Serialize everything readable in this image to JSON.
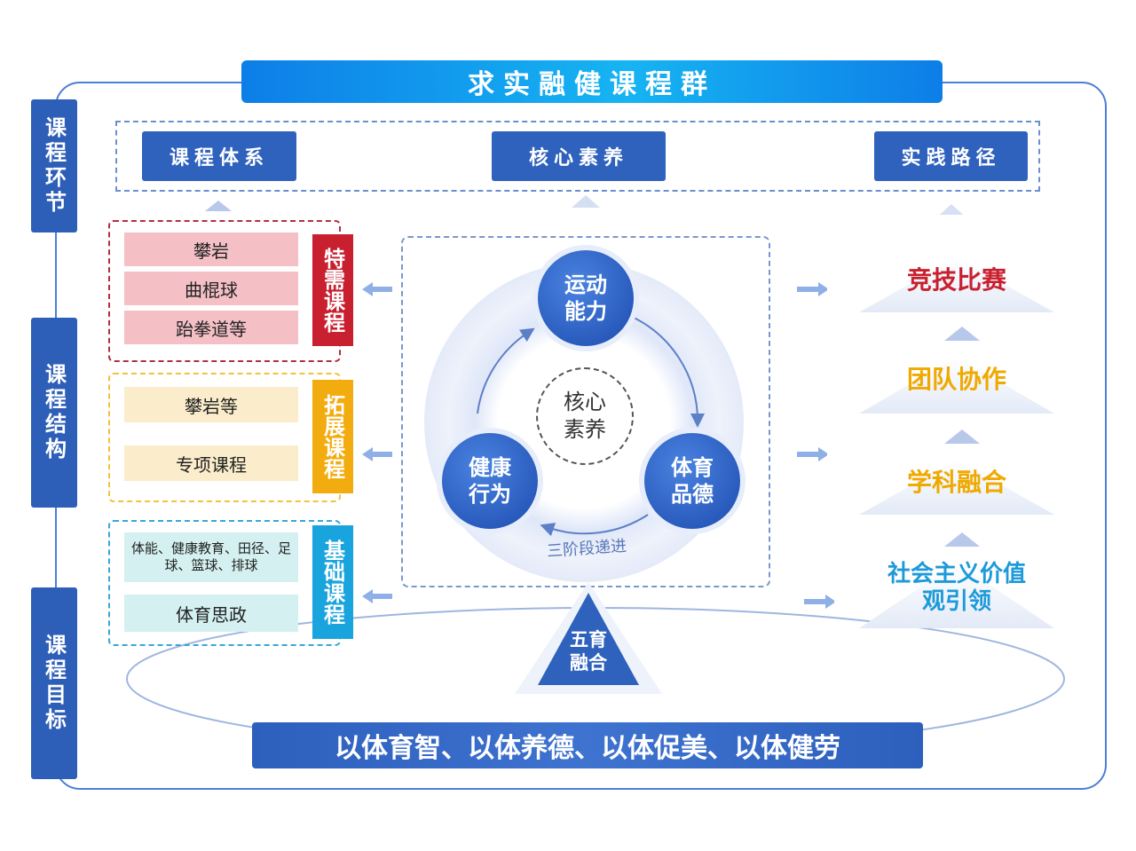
{
  "title": "求实融健课程群",
  "side_tabs": [
    "课程环节",
    "课程结构",
    "课程目标"
  ],
  "headers": {
    "left": "课程体系",
    "center": "核心素养",
    "right": "实践路径"
  },
  "course_groups": {
    "special": {
      "label": "特需课程",
      "items": [
        "攀岩",
        "曲棍球",
        "跆拳道等"
      ],
      "color": "#c8202f",
      "fill": "#f4c0c6"
    },
    "extended": {
      "label": "拓展课程",
      "items": [
        "攀岩等",
        "专项课程"
      ],
      "color": "#f3ac0f",
      "fill": "#fbeccb"
    },
    "basic": {
      "label": "基础课程",
      "items": [
        "体能、健康教育、田径、足球、篮球、排球",
        "体育思政"
      ],
      "color": "#1aa4dd",
      "fill": "#d4f0f0"
    }
  },
  "cycle": {
    "core": "核心素养",
    "top": "运动能力",
    "left": "健康行为",
    "right": "体育品德",
    "stage_label": "三阶段递进"
  },
  "fusion": "五育融合",
  "practice_path": [
    {
      "text": "竞技比赛",
      "color": "#c8202f"
    },
    {
      "text": "团队协作",
      "color": "#f0a900"
    },
    {
      "text": "学科融合",
      "color": "#f0a900"
    },
    {
      "text": "社会主义价值观引领",
      "color": "#1c9ad9"
    }
  ],
  "goal": "以体育智、以体养德、以体促美、以体健劳"
}
